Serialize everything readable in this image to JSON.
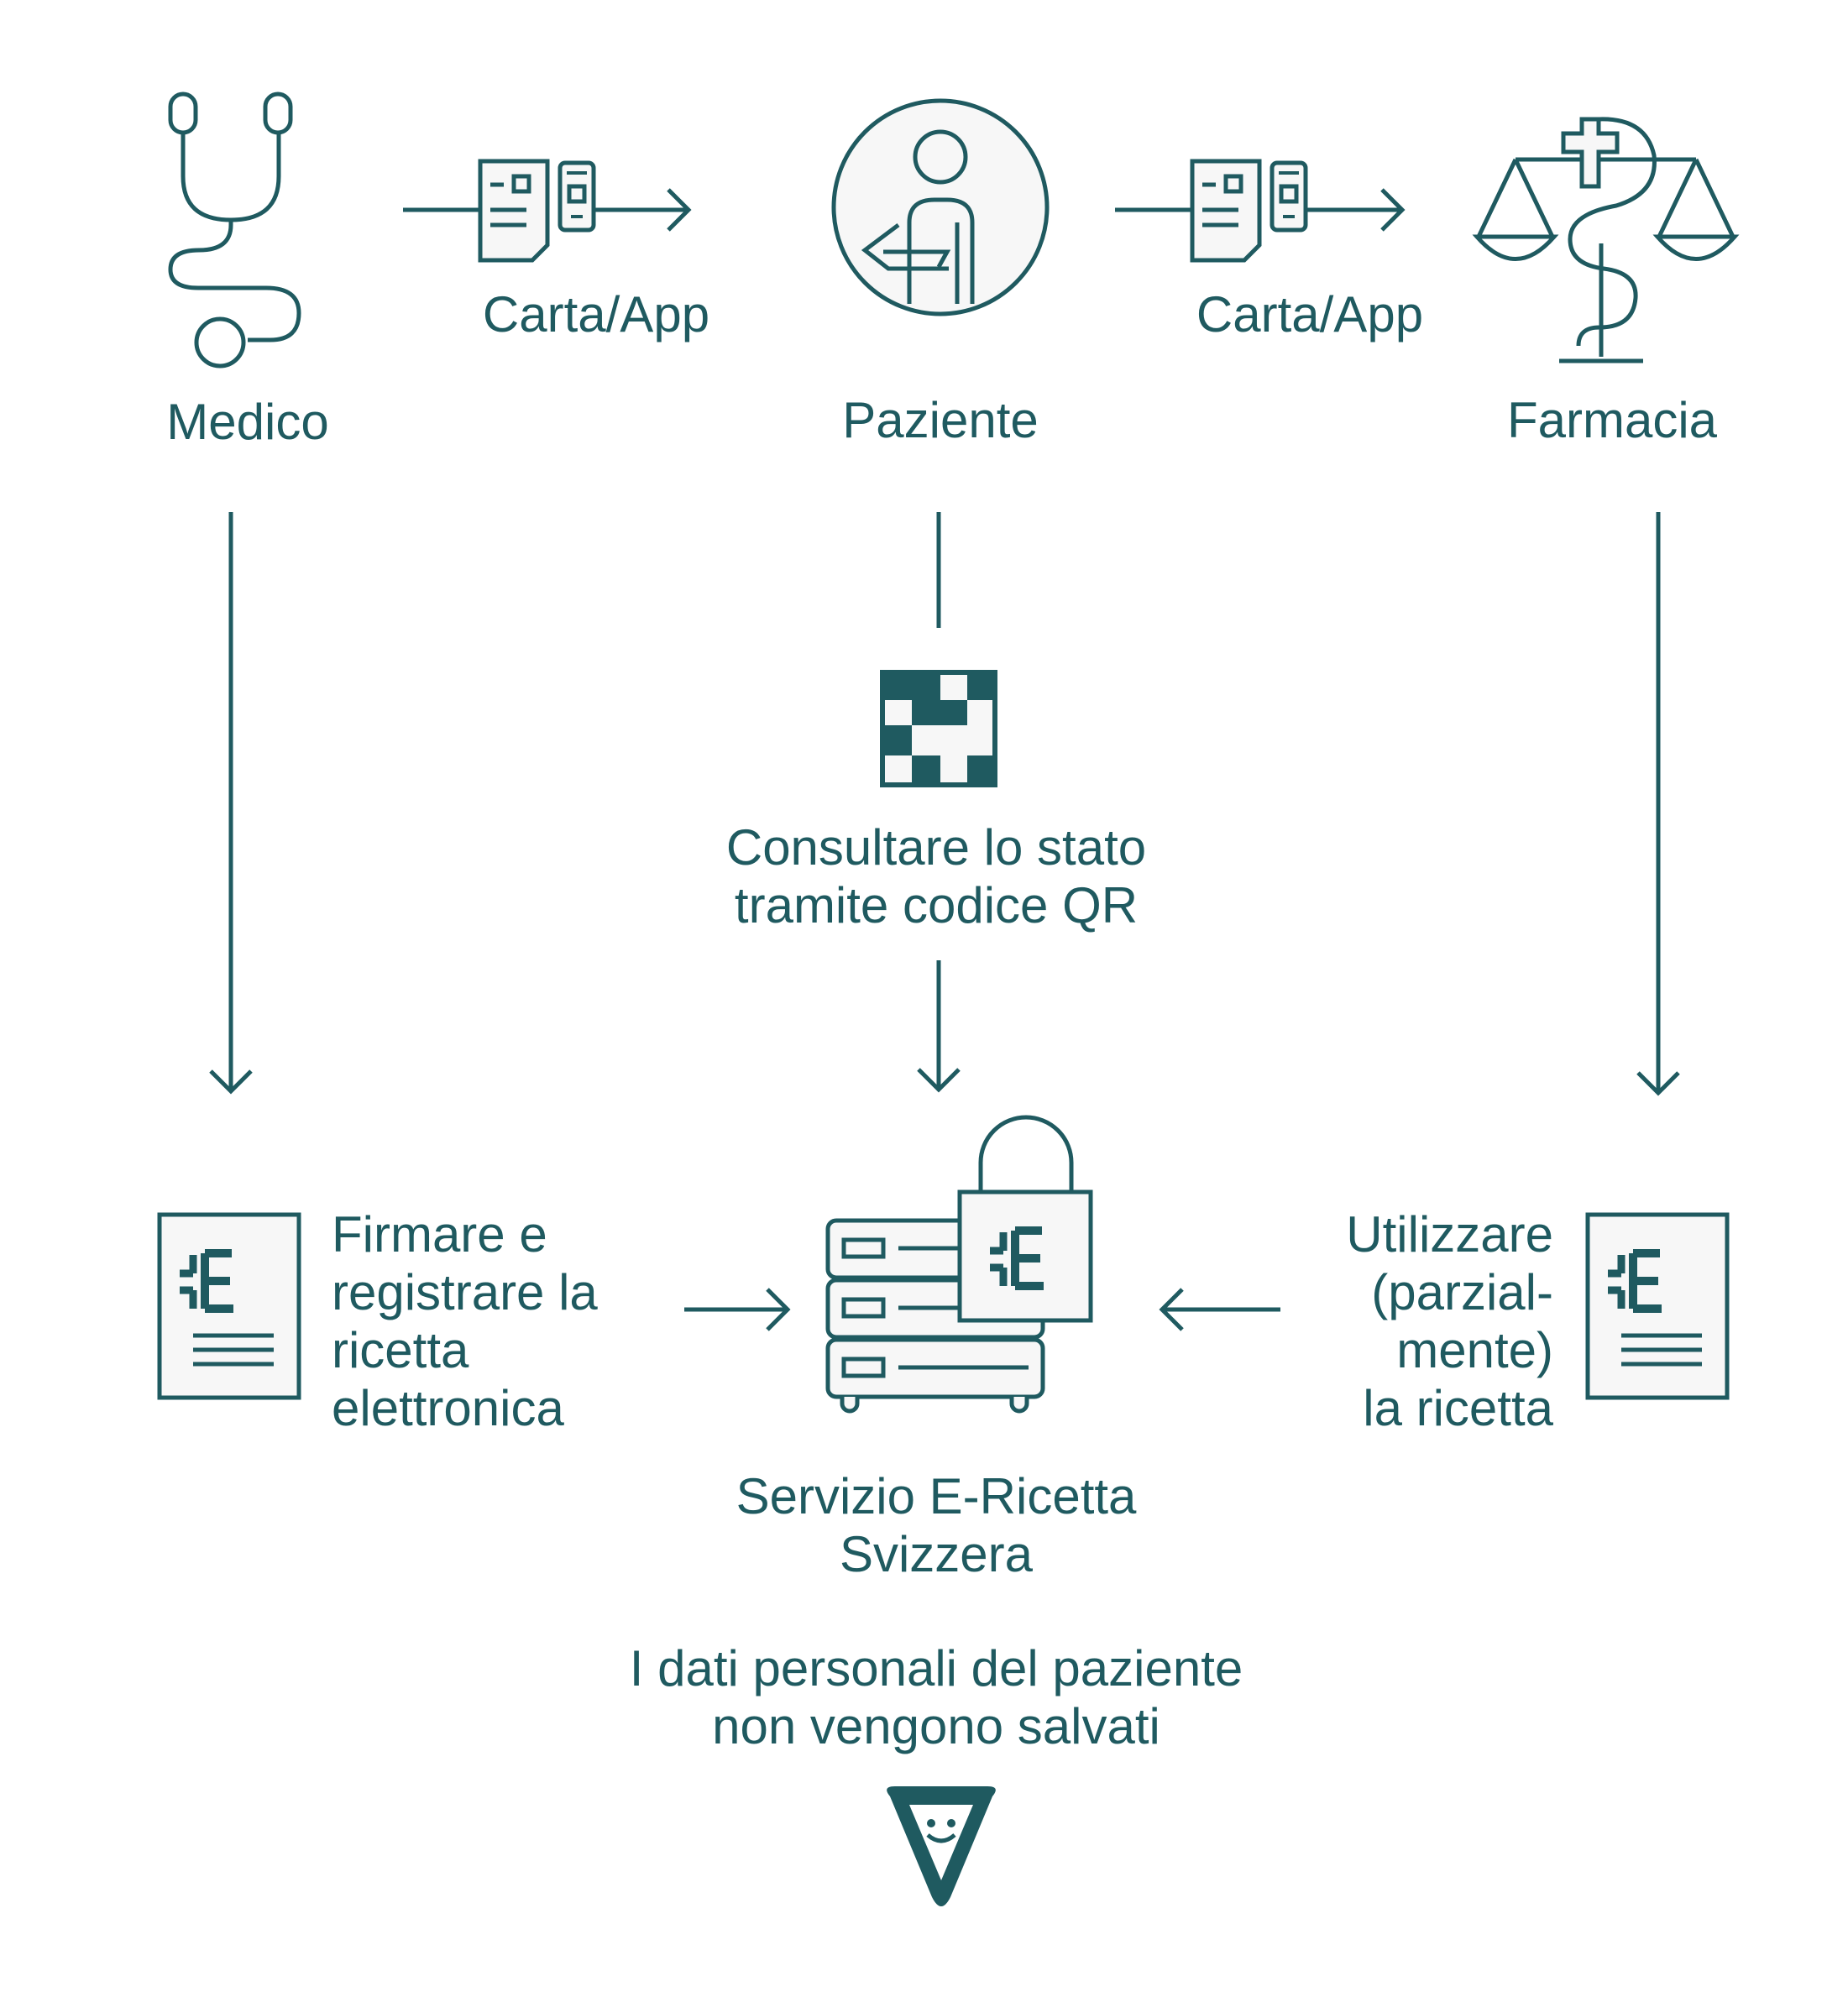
{
  "colors": {
    "primary": "#1f5a60",
    "icon_fill": "#f7f7f7",
    "background": "#ffffff"
  },
  "nodes": {
    "medico": {
      "label": "Medico",
      "icon": "stethoscope-icon"
    },
    "paziente": {
      "label": "Paziente",
      "icon": "patient-avatar-icon"
    },
    "farmacia": {
      "label": "Farmacia",
      "icon": "pharmacy-scale-icon"
    }
  },
  "transfers": {
    "medico_to_paziente": "Carta/App",
    "paziente_to_farmacia": "Carta/App"
  },
  "qr_step": {
    "lines": [
      "Consultare lo stato",
      "tramite codice QR"
    ],
    "icon": "qr-code-icon"
  },
  "sign_step": {
    "lines": [
      "Firmare e",
      "registrare la",
      "ricetta",
      "elettronica"
    ],
    "icon": "e-prescription-document-icon"
  },
  "use_step": {
    "lines": [
      "Utilizzare",
      "(parzial-",
      "mente)",
      "la ricetta"
    ],
    "icon": "e-prescription-document-icon"
  },
  "service": {
    "lines": [
      "Servizio E-Ricetta",
      "Svizzera"
    ],
    "icon": "locked-server-icon"
  },
  "privacy_note": {
    "lines": [
      "I dati personali del paziente",
      "non vengono salvati"
    ]
  },
  "logo": {
    "icon": "smiley-triangle-logo"
  }
}
